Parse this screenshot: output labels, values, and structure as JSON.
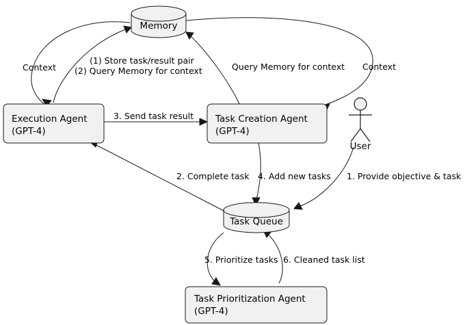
{
  "diagram": {
    "title": "BabyAGI-style agent task loop diagram",
    "type": "activity-flow",
    "background": "#FFFFFF",
    "node_fill": "#F1F1F1",
    "node_stroke": "#181818",
    "text_color": "#000000"
  },
  "nodes": {
    "memory": {
      "label": "Memory",
      "shape": "database-cylinder"
    },
    "execution_agent": {
      "label_line1": "Execution Agent",
      "label_line2": "(GPT-4)",
      "shape": "rounded-rect"
    },
    "task_creation_agent": {
      "label_line1": "Task Creation Agent",
      "label_line2": "(GPT-4)",
      "shape": "rounded-rect"
    },
    "task_queue": {
      "label": "Task Queue",
      "shape": "database-cylinder"
    },
    "task_prioritization_agent": {
      "label_line1": "Task Prioritization Agent",
      "label_line2": "(GPT-4)",
      "shape": "rounded-rect"
    },
    "user": {
      "label": "User",
      "shape": "stick-figure-actor"
    }
  },
  "edges": {
    "memory_to_execution_context": "Context",
    "execution_to_memory_line1": "(1) Store task/result pair",
    "execution_to_memory_line2": "(2) Query Memory for context",
    "task_creation_to_memory": "Query Memory for context",
    "memory_to_task_creation_context": "Context",
    "execution_to_task_creation": "3. Send task result",
    "task_queue_to_execution": "2. Complete task",
    "task_creation_to_task_queue": "4. Add new tasks",
    "user_to_task_queue": "1. Provide objective & task",
    "task_queue_to_prioritization": "5. Prioritize tasks",
    "prioritization_to_task_queue": "6. Cleaned task list"
  }
}
